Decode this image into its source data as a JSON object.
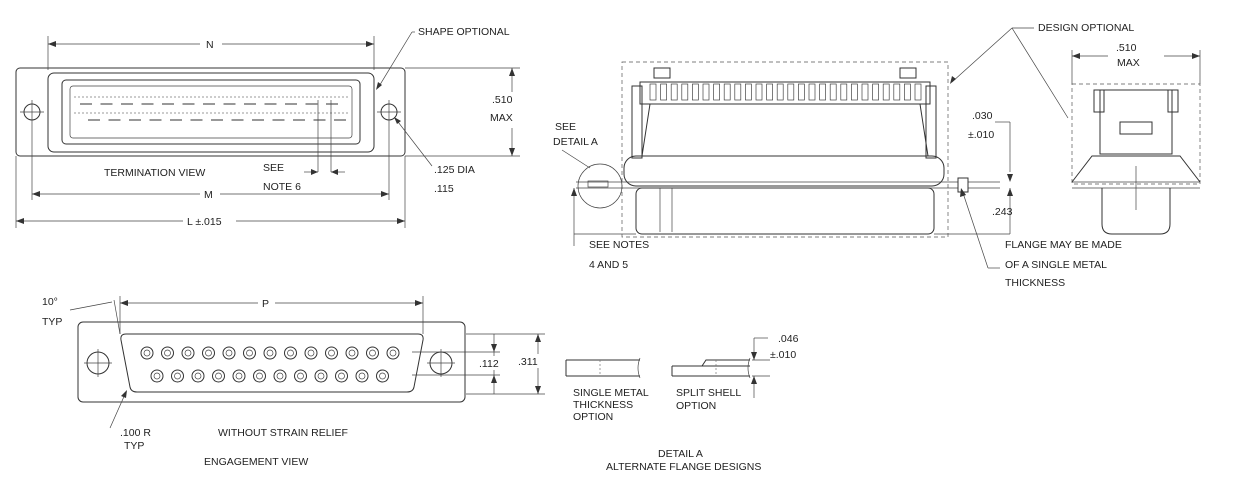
{
  "termination_view": {
    "dim_n": "N",
    "dim_m": "M",
    "dim_l": "L ±.015",
    "dim_height": ".510",
    "dim_height_max": "MAX",
    "shape_note": "SHAPE OPTIONAL",
    "hole_dia": ".125 DIA",
    "hole_offset": ".115",
    "see": "SEE",
    "note6": "NOTE 6",
    "title": "TERMINATION VIEW"
  },
  "side_view": {
    "design_note": "DESIGN OPTIONAL",
    "see": "SEE",
    "detail_a": "DETAIL A",
    "dim_030": ".030",
    "dim_030_tol": "±.010",
    "dim_243": ".243",
    "see_notes": "SEE NOTES",
    "notes_45": "4 AND 5",
    "flange_line1": "FLANGE MAY BE MADE",
    "flange_line2": "OF A SINGLE METAL",
    "flange_line3": "THICKNESS"
  },
  "end_view": {
    "dim_width": ".510",
    "dim_width_max": "MAX"
  },
  "engagement_view": {
    "angle": "10°",
    "angle_typ": "TYP",
    "dim_p": "P",
    "dim_112": ".112",
    "dim_311": ".311",
    "radius": ".100 R",
    "radius_typ": "TYP",
    "caption": "WITHOUT STRAIN RELIEF",
    "title": "ENGAGEMENT VIEW"
  },
  "detail_a": {
    "single_line1": "SINGLE METAL",
    "single_line2": "THICKNESS",
    "single_line3": "OPTION",
    "split_line1": "SPLIT SHELL",
    "split_line2": "OPTION",
    "dim_046": ".046",
    "dim_046_tol": "±.010",
    "title_line1": "DETAIL A",
    "title_line2": "ALTERNATE FLANGE DESIGNS"
  },
  "connector": {
    "top_row_contacts": 13,
    "bottom_row_contacts": 12,
    "ribbon_slots_per_row": 13
  }
}
